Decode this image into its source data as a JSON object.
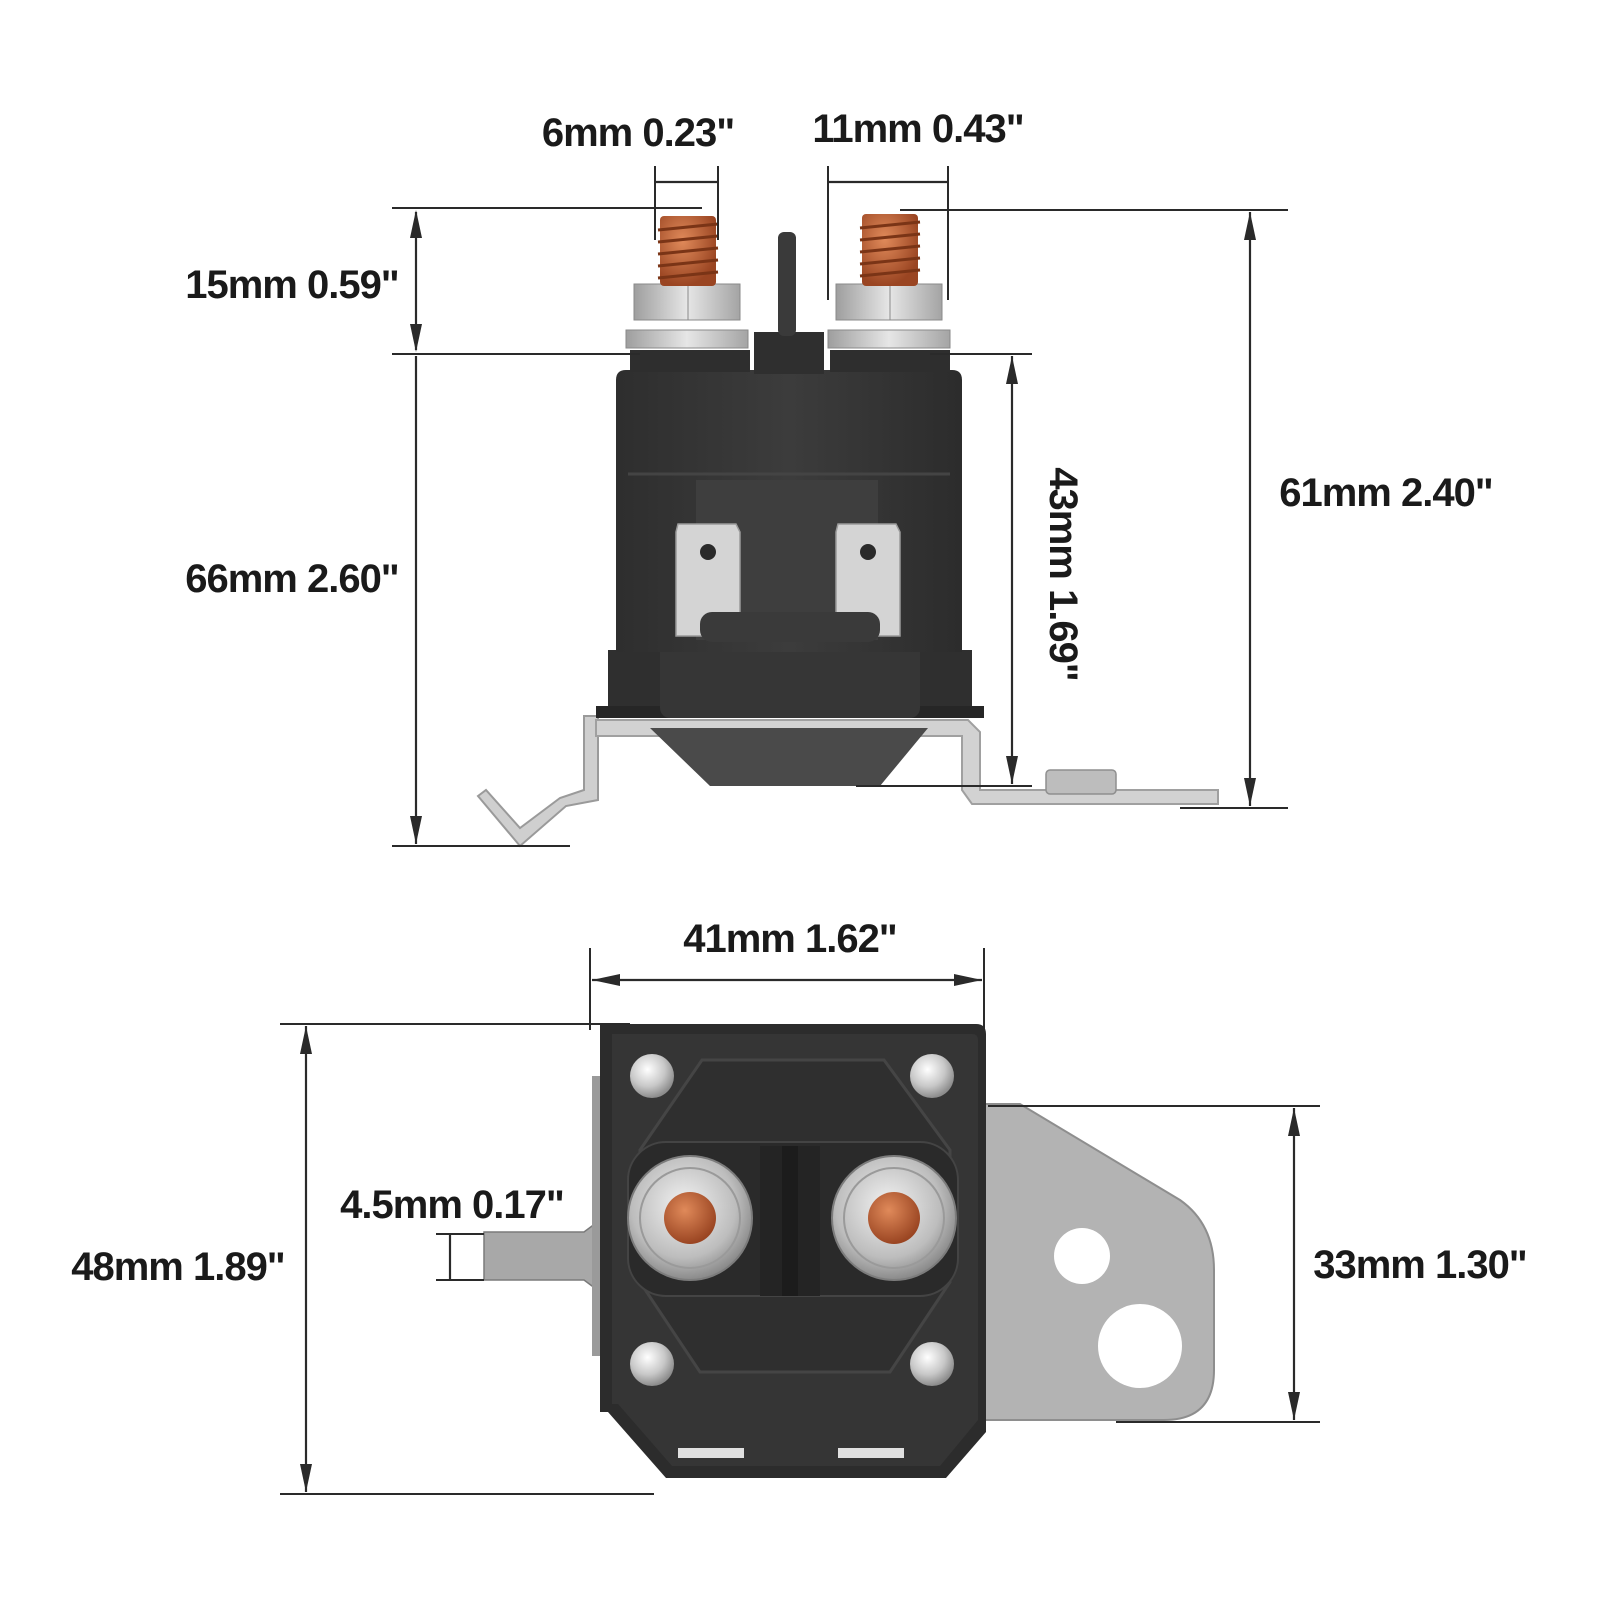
{
  "dimensions": {
    "terminal_thread_diameter": "6mm 0.23\"",
    "terminal_nut_width": "11mm 0.43\"",
    "stud_height": "15mm 0.59\"",
    "overall_height": "66mm 2.60\"",
    "body_height": "43mm 1.69\"",
    "height_to_bracket": "61mm 2.40\"",
    "body_width": "41mm 1.62\"",
    "body_depth": "48mm 1.89\"",
    "tab_thickness": "4.5mm 0.17\"",
    "bracket_width": "33mm 1.30\""
  },
  "colors": {
    "body": "#3a3a3a",
    "body_dark": "#2a2a2a",
    "copper": "#c8663a",
    "metal": "#c9c9c9",
    "bracket": "#b5b5b5",
    "line": "#2a2a2a"
  }
}
